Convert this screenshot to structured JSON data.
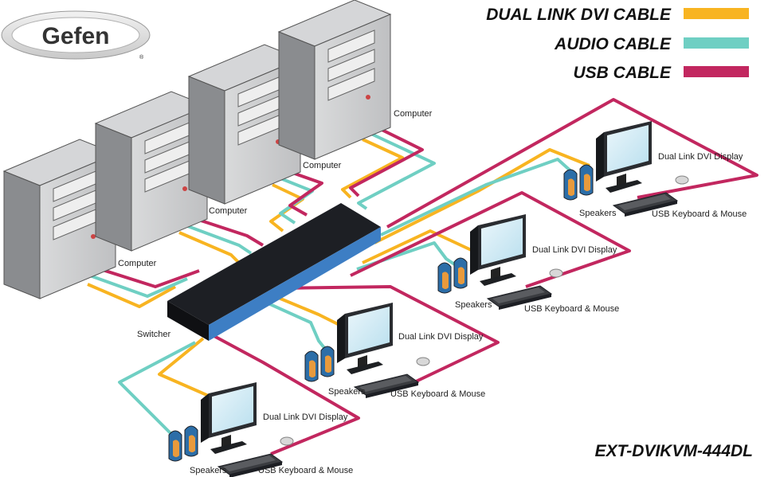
{
  "brand": {
    "name": "Gefen",
    "registered_mark": "®"
  },
  "legend": [
    {
      "label": "DUAL LINK DVI CABLE",
      "color": "#f8b421"
    },
    {
      "label": "AUDIO CABLE",
      "color": "#6fcfc3"
    },
    {
      "label": "USB CABLE",
      "color": "#c2275f"
    }
  ],
  "model": "EXT-DVIKVM-444DL",
  "labels": {
    "computer": "Computer",
    "switcher": "Switcher",
    "display": "Dual Link DVI Display",
    "speakers": "Speakers",
    "keyboard_mouse": "USB Keyboard & Mouse"
  },
  "colors": {
    "dvi": "#f8b421",
    "audio": "#6fcfc3",
    "usb": "#c2275f",
    "switcher_top": "#1d1f24",
    "switcher_side": "#3d7ec4"
  }
}
